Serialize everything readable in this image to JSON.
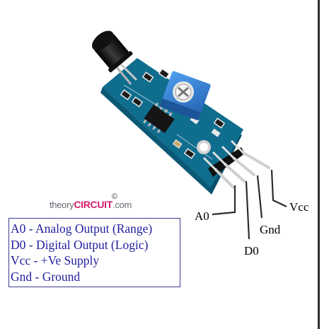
{
  "watermark": {
    "theory": "theory",
    "circuit": "CIRCUIT",
    "com": ".com",
    "copyright": "©"
  },
  "pins": {
    "a0": "A0",
    "d0": "D0",
    "gnd": "Gnd",
    "vcc": "Vcc"
  },
  "legend": [
    {
      "code": "A0",
      "sep": " - ",
      "desc": "Analog Output (Range)"
    },
    {
      "code": "D0",
      "sep": " - ",
      "desc": "Digital Output (Logic)"
    },
    {
      "code": "Vcc",
      "sep": " - ",
      "desc": "+Ve Supply"
    },
    {
      "code": "Gnd",
      "sep": " - ",
      "desc": "Ground"
    }
  ],
  "colors": {
    "pcb": "#0f6d8e",
    "potentiometer": "#2f7fd1",
    "legend_text": "#1e1e9e",
    "brand_accent": "#d21f6e"
  },
  "icons": [
    "flame-sensor-led-icon",
    "potentiometer-icon",
    "comparator-chip-icon",
    "header-pin-icon"
  ]
}
